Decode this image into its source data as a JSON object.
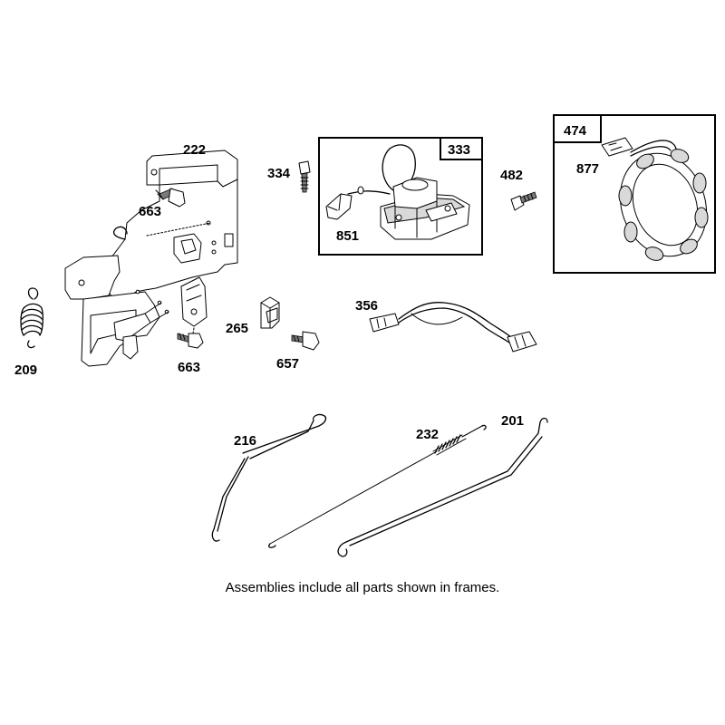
{
  "diagram": {
    "labels": {
      "p222": "222",
      "p663a": "663",
      "p663b": "663",
      "p209": "209",
      "p265": "265",
      "p657": "657",
      "p334": "334",
      "p333": "333",
      "p851": "851",
      "p482": "482",
      "p474": "474",
      "p877": "877",
      "p356": "356",
      "p216": "216",
      "p232": "232",
      "p201": "201"
    },
    "caption": "Assemblies include all parts shown in frames."
  }
}
